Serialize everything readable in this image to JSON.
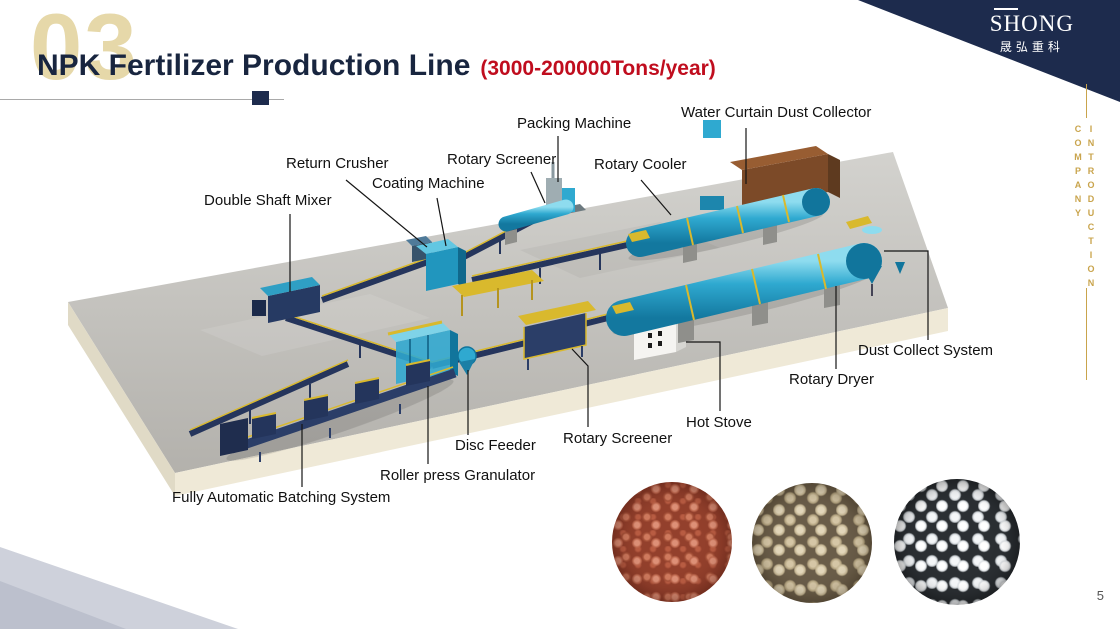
{
  "slide": {
    "section_number": "03",
    "title": "NPK Fertilizer Production Line",
    "capacity": "(3000-200000Tons/year)",
    "page_number": "5"
  },
  "logo": {
    "wordmark": "SHONG",
    "chinese": "晟弘重科"
  },
  "side_rail": {
    "word1": "COMPANY",
    "word2": "INTRODUCTION"
  },
  "diagram": {
    "labels": [
      {
        "text": "Packing Machine"
      },
      {
        "text": "Water Curtain Dust Collector"
      },
      {
        "text": "Rotary Screener"
      },
      {
        "text": "Rotary Cooler"
      },
      {
        "text": "Return Crusher"
      },
      {
        "text": "Coating Machine"
      },
      {
        "text": "Double Shaft Mixer"
      },
      {
        "text": "Dust Collect System"
      },
      {
        "text": "Rotary Dryer"
      },
      {
        "text": "Hot Stove"
      },
      {
        "text": "Rotary Screener"
      },
      {
        "text": "Disc Feeder"
      },
      {
        "text": "Roller press Granulator"
      },
      {
        "text": "Fully Automatic Batching System"
      }
    ]
  },
  "product_photos": [
    {
      "name": "red-fertilizer-granules"
    },
    {
      "name": "beige-fertilizer-granules"
    },
    {
      "name": "white-fertilizer-granules"
    }
  ],
  "colors": {
    "navy": "#1d2b4d",
    "gold": "#c9a44c",
    "red": "#c00d1e",
    "machine_cyan": "#2fa9d0"
  }
}
